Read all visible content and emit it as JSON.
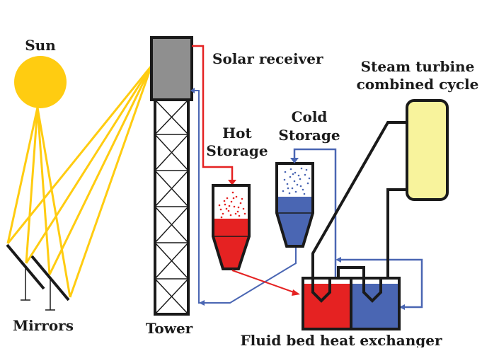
{
  "labels": {
    "sun": "Sun",
    "mirrors": "Mirrors",
    "tower": "Tower",
    "solar_receiver": "Solar receiver",
    "hot_storage_line1": "Hot",
    "hot_storage_line2": "Storage",
    "cold_storage_line1": "Cold",
    "cold_storage_line2": "Storage",
    "turbine_line1": "Steam turbine",
    "turbine_line2": "combined cycle",
    "heat_exchanger": "Fluid bed heat exchanger"
  },
  "colors": {
    "sun": "#ffcc11",
    "rays": "#ffcc11",
    "receiver": "#8f8f8f",
    "hot": "#e52222",
    "cold": "#4a66b3",
    "turbine": "#f8f39c",
    "outline": "#1a1a1a"
  }
}
